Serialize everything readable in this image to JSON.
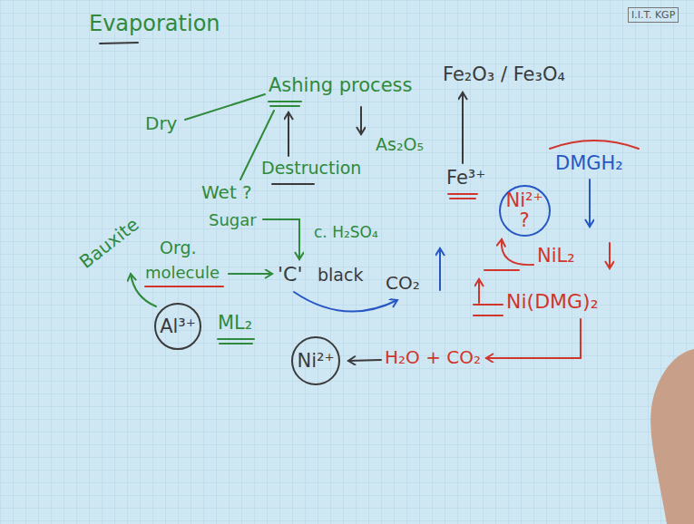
{
  "diagram": {
    "nodes": [
      {
        "text": [
          "Ni²⁺",
          "?"
        ]
      },
      {
        "text": [
          "Al³⁺"
        ]
      },
      {
        "text": [
          "Ni²⁺"
        ]
      }
    ],
    "labels": [
      "I.I.T. KGP",
      "Evaporation",
      "Ashing process",
      "Fe₂O₃ / Fe₃O₄",
      "Dry",
      "As₂O₅",
      "DMGH₂",
      "Destruction",
      "Fe³⁺",
      "Wet ?",
      "Sugar",
      "c. H₂SO₄",
      "NiL₂",
      "Bauxite",
      "Org.",
      "'C'",
      "black",
      "CO₂",
      "molecule",
      "Ni(DMG)₂",
      "ML₂",
      "H₂O + CO₂"
    ]
  }
}
